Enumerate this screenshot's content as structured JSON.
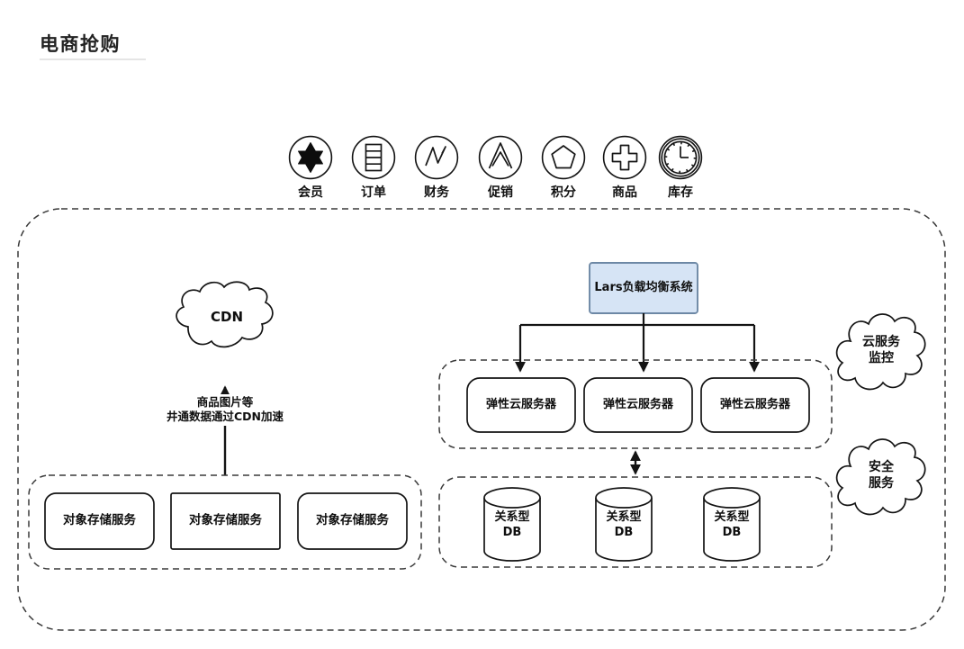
{
  "title": "电商抢购",
  "icon_row": {
    "items": [
      {
        "label": "会员",
        "icon": "star-icon"
      },
      {
        "label": "订单",
        "icon": "list-icon"
      },
      {
        "label": "财务",
        "icon": "zigzag-chart-icon"
      },
      {
        "label": "促销",
        "icon": "peak-arrow-icon"
      },
      {
        "label": "积分",
        "icon": "pentagon-icon"
      },
      {
        "label": "商品",
        "icon": "plus-icon"
      },
      {
        "label": "库存",
        "icon": "clock-icon"
      }
    ]
  },
  "cdn_cloud": {
    "label": "CDN"
  },
  "cdn_note": {
    "line1": "商品图片等",
    "line2": "井通数据通过CDN加速"
  },
  "load_balancer": {
    "label": "Lars负载均衡系统",
    "fill": "#d6e4f5",
    "stroke": "#6d88a5"
  },
  "servers": [
    "弹性云服务器",
    "弹性云服务器",
    "弹性云服务器"
  ],
  "databases": [
    {
      "line1": "关系型",
      "line2": "DB"
    },
    {
      "line1": "关系型",
      "line2": "DB"
    },
    {
      "line1": "关系型",
      "line2": "DB"
    }
  ],
  "storage": [
    "对象存储服务",
    "对象存储服务",
    "对象存储服务"
  ],
  "side_clouds": [
    {
      "line1": "云服务",
      "line2": "监控"
    },
    {
      "line1": "安全",
      "line2": "服务"
    }
  ],
  "colors": {
    "ink": "#141414",
    "dash_stroke": "#3a3a3a"
  }
}
